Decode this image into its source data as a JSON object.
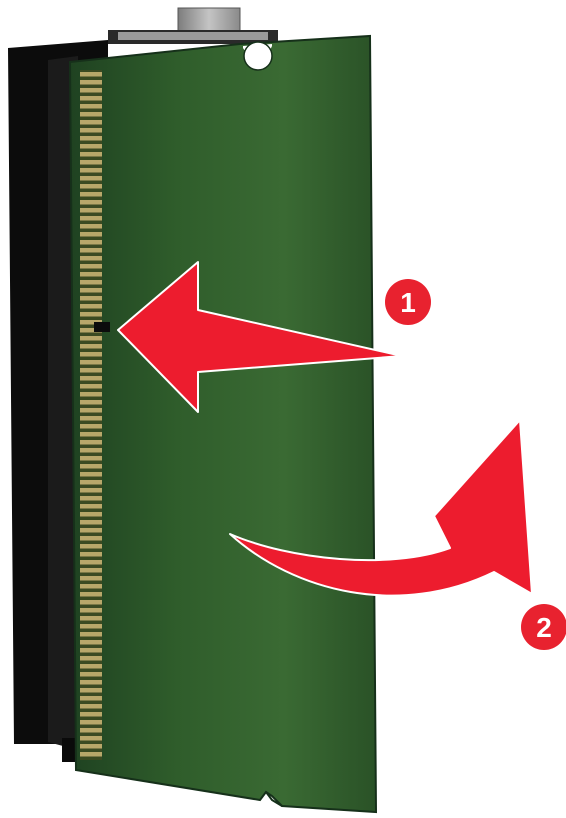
{
  "steps": [
    {
      "number": "1",
      "action": "pull-left"
    },
    {
      "number": "2",
      "action": "rotate-out"
    }
  ],
  "colors": {
    "arrow": "#ed1c2e",
    "badge": "#e8222f",
    "board": "#2e5a2a",
    "board_dark": "#1c3d1e",
    "slot": "#101010",
    "contacts": "#b8a76a",
    "latch": "#9b9b9b"
  },
  "icons": {
    "step_1_arrow": "arrow-left-icon",
    "step_2_arrow": "curved-arrow-icon"
  }
}
